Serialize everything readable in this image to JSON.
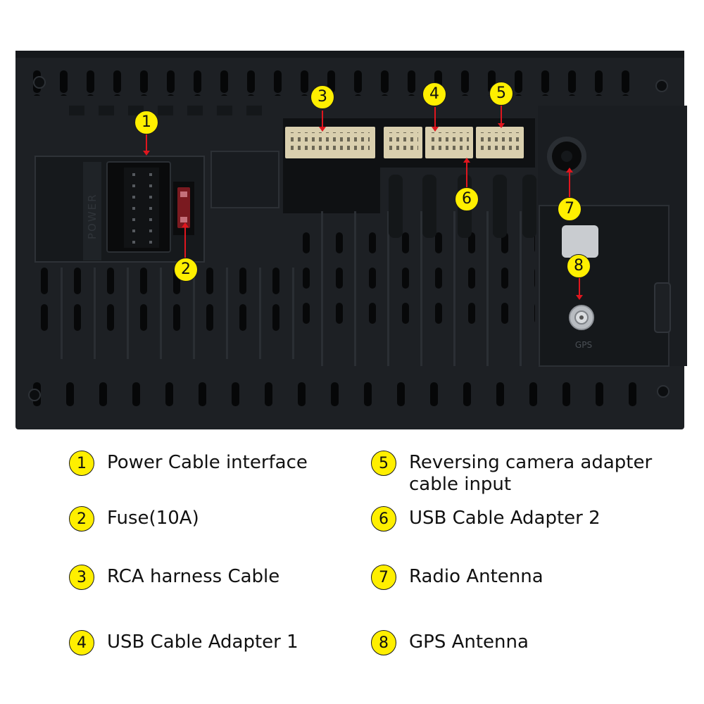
{
  "colors": {
    "callout_fill": "#ffef00",
    "arrow": "#e0161e",
    "panel": "#1d2024",
    "connector": "#d9cfae"
  },
  "device": {
    "power_embossed_text": "POWER",
    "gps_embossed_text": "GPS"
  },
  "callouts": [
    "1",
    "2",
    "3",
    "4",
    "5",
    "6",
    "7",
    "8"
  ],
  "legend": [
    {
      "num": "1",
      "line1": "Power Cable interface",
      "line2": ""
    },
    {
      "num": "2",
      "line1": "Fuse(10A)",
      "line2": ""
    },
    {
      "num": "3",
      "line1": "RCA harness Cable",
      "line2": ""
    },
    {
      "num": "4",
      "line1": "USB Cable Adapter 1",
      "line2": ""
    },
    {
      "num": "5",
      "line1": "Reversing camera adapter",
      "line2": "cable input"
    },
    {
      "num": "6",
      "line1": "USB Cable Adapter 2",
      "line2": ""
    },
    {
      "num": "7",
      "line1": "Radio Antenna",
      "line2": ""
    },
    {
      "num": "8",
      "line1": "GPS Antenna",
      "line2": ""
    }
  ]
}
